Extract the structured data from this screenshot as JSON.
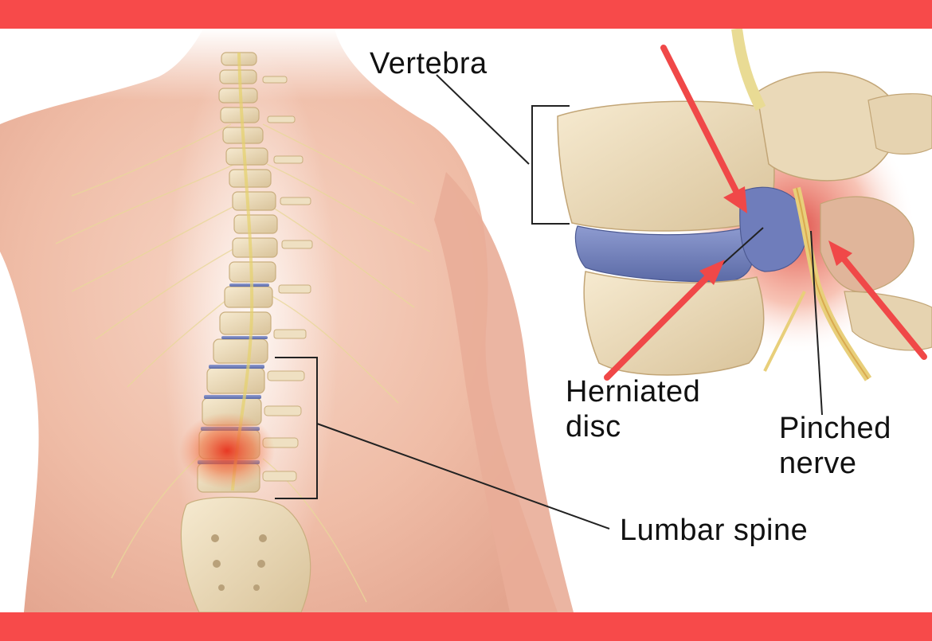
{
  "colors": {
    "frame": "#f74a4a",
    "arrow": "#f04848",
    "skin": "#f2c4b0",
    "bone": "#eedfc0",
    "disc": "#6f7fb8",
    "nerve": "#e8d77a",
    "inflammation": "#e8442c"
  },
  "labels": {
    "vertebra": "Vertebra",
    "herniated_disc": [
      "Herniated",
      "disc"
    ],
    "pinched_nerve": [
      "Pinched",
      "nerve"
    ],
    "lumbar_spine": "Lumbar spine"
  }
}
